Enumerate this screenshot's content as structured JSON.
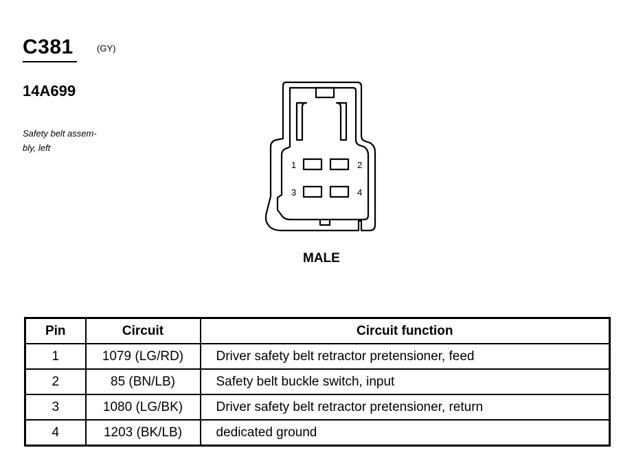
{
  "connector": {
    "id": "C381",
    "color": "(GY)",
    "part_number": "14A699",
    "description_lines": [
      "Safety belt assem-",
      "bly, left"
    ],
    "gender": "MALE",
    "pin_labels": [
      "1",
      "2",
      "3",
      "4"
    ]
  },
  "table": {
    "headers": [
      "Pin",
      "Circuit",
      "Circuit function"
    ],
    "rows": [
      {
        "pin": "1",
        "circuit": "1079 (LG/RD)",
        "function": "Driver safety belt retractor pretensioner, feed"
      },
      {
        "pin": "2",
        "circuit": "85 (BN/LB)",
        "function": "Safety belt buckle switch, input"
      },
      {
        "pin": "3",
        "circuit": "1080 (LG/BK)",
        "function": "Driver safety belt retractor pretensioner, return"
      },
      {
        "pin": "4",
        "circuit": "1203 (BK/LB)",
        "function": "dedicated ground"
      }
    ]
  }
}
